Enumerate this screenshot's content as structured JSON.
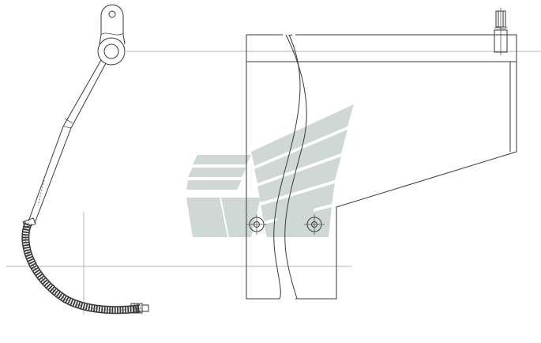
{
  "diagram": {
    "type": "technical-line-drawing",
    "background": "#ffffff",
    "line_color": "#3a3a3a",
    "centerline_color": "#9a9a9a",
    "watermark_color": "#cfd8d4",
    "parts": [
      {
        "name": "pivot-arm-with-hose",
        "icon": "hinged-arm-icon"
      },
      {
        "name": "mounting-bracket-plate",
        "icon": "bracket-icon"
      },
      {
        "name": "top-bolt",
        "icon": "bolt-icon"
      },
      {
        "name": "mounting-hole-left",
        "icon": "screw-hole-icon"
      },
      {
        "name": "mounting-hole-right",
        "icon": "screw-hole-icon"
      }
    ],
    "watermark": {
      "icon": "company-logo-watermark"
    }
  }
}
